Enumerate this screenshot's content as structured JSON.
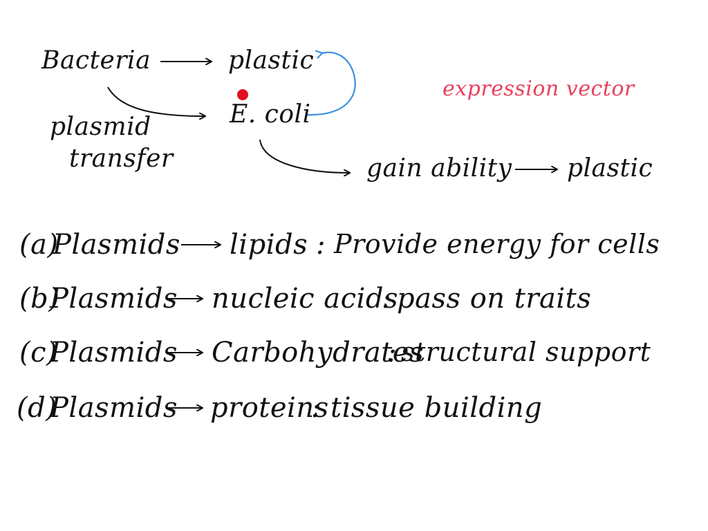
{
  "diagram": {
    "bacteria": "Bacteria",
    "plastic_top": "plastic",
    "ecoli": "E. coli",
    "plasmid_transfer_line1": "plasmid",
    "plasmid_transfer_line2": "transfer",
    "expression_vector": "expression vector",
    "gain_ability": "gain ability",
    "plastic_right": "plastic"
  },
  "options": [
    {
      "letter": "(a)",
      "subject": "Plasmids",
      "target": "lipids",
      "role": "Provide energy for cells"
    },
    {
      "letter": "(b)",
      "subject": "Plasmids",
      "target": "nucleic acids",
      "role": "pass on traits"
    },
    {
      "letter": "(c)",
      "subject": "Plasmids",
      "target": "Carbohydrates",
      "role": "structural support"
    },
    {
      "letter": "(d)",
      "subject": "Plasmids",
      "target": "proteins",
      "role": "tissue building"
    }
  ],
  "colors": {
    "ink": "#111111",
    "blue_arrow": "#3a8fe0",
    "red_text": "#e8405a",
    "pointer_dot": "#e01020"
  }
}
